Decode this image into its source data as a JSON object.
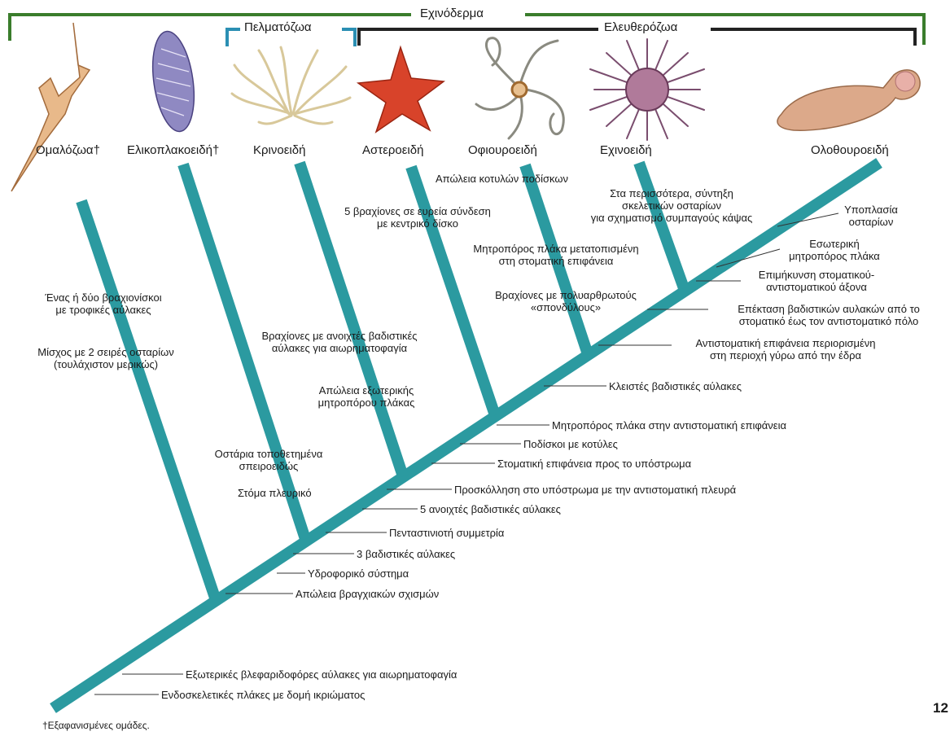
{
  "brackets": {
    "echinoderms": "Εχινόδερμα",
    "pelmatozoa": "Πελματόζωα",
    "eleutherozoa": "Ελευθερόζωα"
  },
  "taxa": [
    "Ομαλόζωα†",
    "Ελικοπλακοειδή†",
    "Κρινοειδή",
    "Αστεροειδή",
    "Οφιουροειδή",
    "Εχινοειδή",
    "Ολοθουροειδή"
  ],
  "characters": {
    "c1": "Ένας ή δύο βραχιονίσκοι",
    "c1b": "με τροφικές αύλακες",
    "c2": "Μίσχος με 2 σειρές οσταρίων",
    "c2b": "(τουλάχιστον μερικώς)",
    "c3": "Βραχίονες με ανοιχτές βαδιστικές",
    "c3b": "αύλακες για αιωρηματοφαγία",
    "c4": "Απώλεια εξωτερικής",
    "c4b": "μητροπόρου πλάκας",
    "c5": "Οστάρια τοποθετημένα",
    "c5b": "σπειροειδώς",
    "c6": "Στόμα πλευρικό",
    "c7": "5 βραχίονες σε ευρεία σύνδεση",
    "c7b": "με κεντρικό δίσκο",
    "c8": "Απώλεια κοτυλών ποδίσκων",
    "c9": "Μητροπόρος πλάκα μετατοπισμένη",
    "c9b": "στη στοματική επιφάνεια",
    "c10": "Βραχίονες με πολυαρθρωτούς",
    "c10b": "«σπονδύλους»",
    "c11": "Στα περισσότερα, σύντηξη",
    "c11b": "σκελετικών οσταρίων",
    "c11c": "για σχηματισμό συμπαγούς κάψας",
    "c12": "Υποπλασία",
    "c12b": "οσταρίων",
    "c13": "Εσωτερική",
    "c13b": "μητροπόρος πλάκα",
    "c14": "Επιμήκυνση στοματικού-",
    "c14b": "αντιστοματικού άξονα",
    "c15": "Επέκταση βαδιστικών αυλακών από το",
    "c15b": "στοματικό έως τον αντιστοματικό πόλο",
    "c16": "Αντιστοματική επιφάνεια περιορισμένη",
    "c16b": "στη περιοχή γύρω από την έδρα",
    "c17": "Κλειστές βαδιστικές αύλακες",
    "c18": "Μητροπόρος πλάκα στην αντιστοματική επιφάνεια",
    "c19": "Ποδίσκοι με κοτύλες",
    "c20": "Στοματική επιφάνεια προς το υπόστρωμα",
    "c21": "Προσκόλληση στο υπόστρωμα με την αντιστοματική πλευρά",
    "c22": "5 ανοιχτές βαδιστικές αύλακες",
    "c23": "Πενταστινιοτή συμμετρία",
    "c24": "3 βαδιστικές αύλακες",
    "c25": "Υδροφορικό σύστημα",
    "c26": "Απώλεια βραγχιακών σχισμών",
    "c27": "Εξωτερικές βλεφαριδοφόρες αύλακες για αιωρηματοφαγία",
    "c28": "Ενδοσκελετικές πλάκες με δομή ικριώματος"
  },
  "footnote": "†Εξαφανισμένες ομάδες.",
  "page_number": "12",
  "colors": {
    "branch": "#2b9aa0",
    "green_bracket": "#3a7d2c",
    "blue_bracket": "#2b8fb3",
    "black_bracket": "#222222"
  }
}
